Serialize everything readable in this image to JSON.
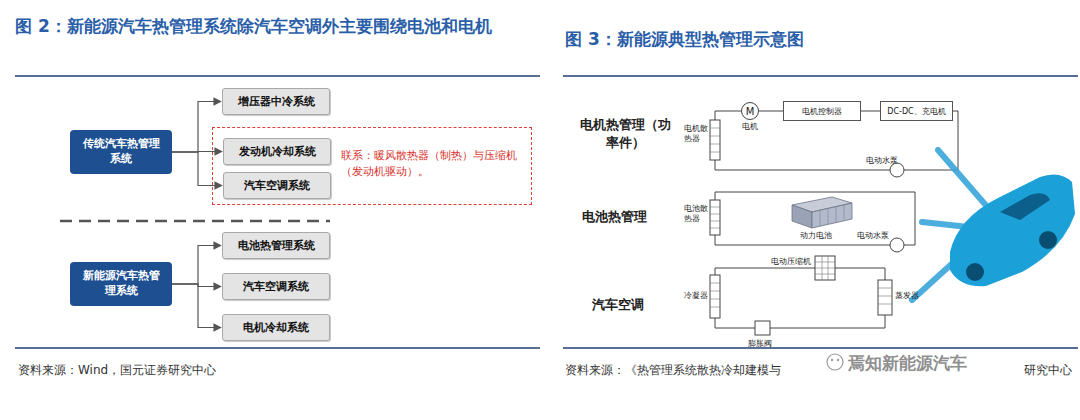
{
  "diagram": {
    "title": "图 2：新能源汽车热管理系统除汽车空调外主要围绕电池和电机",
    "nodes": [
      {
        "text": [
          "传统汽车热管理系统"
        ]
      },
      {
        "text": [
          "增压器中冷系统"
        ]
      },
      {
        "text": [
          "联系：暖风散热器（制热）与压缩机（发动机驱动）。"
        ]
      },
      {
        "text": [
          "发动机冷却系统"
        ],
        "in": 2
      },
      {
        "text": [
          "汽车空调系统"
        ],
        "in": 2
      },
      {
        "text": [
          "新能源汽车热管理系统"
        ]
      },
      {
        "text": [
          "电池热管理系统"
        ]
      },
      {
        "text": [
          "汽车空调系统"
        ]
      },
      {
        "text": [
          "电机冷却系统"
        ]
      },
      {
        "text": [
          "M",
          "电机"
        ]
      },
      {
        "text": [
          "电机控制器"
        ]
      },
      {
        "text": [
          "DC-DC、充电机"
        ]
      }
    ],
    "edges": [
      {
        "from": 0,
        "to": 1,
        "arrow": "to"
      },
      {
        "from": 0,
        "to": 3,
        "arrow": "to"
      },
      {
        "from": 0,
        "to": 4,
        "arrow": "to"
      },
      {
        "from": 5,
        "to": 6,
        "arrow": "to"
      },
      {
        "from": 5,
        "to": 7,
        "arrow": "to"
      },
      {
        "from": 5,
        "to": 8,
        "arrow": "to"
      },
      {
        "from": 9,
        "to": 10,
        "arrow": "none"
      },
      {
        "from": 10,
        "to": 11,
        "arrow": "none"
      }
    ],
    "labels": [
      "图 3：新能源典型热管理示意图",
      "电机热管理（功率件）",
      "电池热管理",
      "汽车空调",
      "电机散热器",
      "电动水泵",
      "电池散热器",
      "动力电池",
      "电动水泵",
      "电动压缩机",
      "冷凝器",
      "蒸发器",
      "膨胀阀",
      "资料来源：Wind，国元证券研究中心",
      "资料来源：《热管理系统散热冷却建模与",
      "研究中心",
      "焉知新能源汽车"
    ]
  }
}
